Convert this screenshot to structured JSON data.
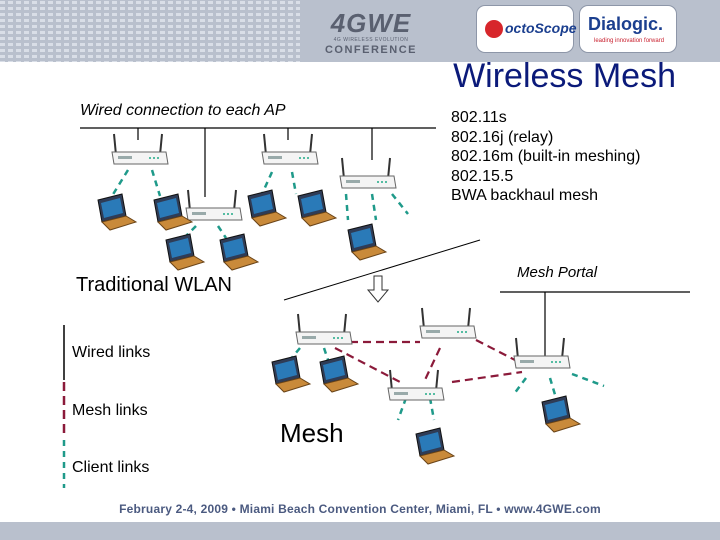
{
  "header": {
    "logos": {
      "conference_main": "4GWE",
      "conference_sub": "4G WIRELESS EVOLUTION",
      "conference_word": "CONFERENCE",
      "octoscope": "octoScope",
      "dialogic": "Dialogic.",
      "dialogic_tagline": "leading innovation forward"
    }
  },
  "title": "Wireless Mesh",
  "wired_caption": "Wired connection to each AP",
  "bullets": [
    "802.11s",
    "802.16j (relay)",
    "802.16m (built-in meshing)",
    "802.15.5",
    "BWA backhaul mesh"
  ],
  "labels": {
    "traditional": "Traditional WLAN",
    "mesh_portal": "Mesh Portal",
    "mesh": "Mesh"
  },
  "legend": {
    "wired": "Wired links",
    "mesh": "Mesh links",
    "client": "Client links"
  },
  "footer": "February 2-4, 2009 • Miami Beach Convention Center, Miami, FL • www.4GWE.com",
  "colors": {
    "title": "#0b1a7a",
    "wired_link": "#000000",
    "mesh_link": "#8b1a3a",
    "client_link": "#1f9a8a",
    "laptop": "#c98a3a",
    "header_band": "#b9c0cd"
  },
  "icons": {
    "access_point": "wireless-router-icon",
    "client": "laptop-icon",
    "arrow": "down-arrow-icon"
  }
}
